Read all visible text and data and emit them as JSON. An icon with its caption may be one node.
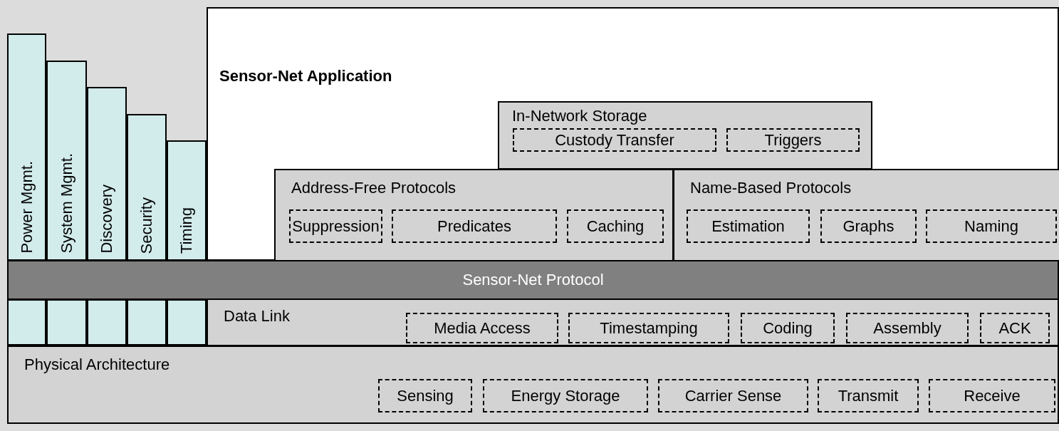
{
  "diagram": {
    "nodes": [
      {
        "text": [
          "Power Mgmt."
        ]
      },
      {
        "text": [
          "System Mgmt."
        ]
      },
      {
        "text": [
          "Discovery"
        ]
      },
      {
        "text": [
          "Security"
        ]
      },
      {
        "text": [
          "Timing"
        ]
      },
      {
        "text": [
          "Sensor-Net Application"
        ]
      },
      {
        "text": [
          "In-Network Storage"
        ],
        "in": 5
      },
      {
        "text": [
          "Custody Transfer"
        ],
        "in": 6
      },
      {
        "text": [
          "Triggers"
        ],
        "in": 6
      },
      {
        "text": [
          "Address-Free Protocols"
        ],
        "in": 5
      },
      {
        "text": [
          "Suppression"
        ],
        "in": 9
      },
      {
        "text": [
          "Predicates"
        ],
        "in": 9
      },
      {
        "text": [
          "Caching"
        ],
        "in": 9
      },
      {
        "text": [
          "Name-Based Protocols"
        ],
        "in": 5
      },
      {
        "text": [
          "Estimation"
        ],
        "in": 13
      },
      {
        "text": [
          "Graphs"
        ],
        "in": 13
      },
      {
        "text": [
          "Naming"
        ],
        "in": 13
      },
      {
        "text": [
          "Sensor-Net Protocol"
        ]
      },
      {
        "text": [
          "Data Link"
        ]
      },
      {
        "text": [
          "Media Access"
        ],
        "in": 18
      },
      {
        "text": [
          "Timestamping"
        ],
        "in": 18
      },
      {
        "text": [
          "Coding"
        ],
        "in": 18
      },
      {
        "text": [
          "Assembly"
        ],
        "in": 18
      },
      {
        "text": [
          "ACK"
        ],
        "in": 18
      },
      {
        "text": [
          "Physical Architecture"
        ]
      },
      {
        "text": [
          "Sensing"
        ],
        "in": 24
      },
      {
        "text": [
          "Energy Storage"
        ],
        "in": 24
      },
      {
        "text": [
          "Carrier Sense"
        ],
        "in": 24
      },
      {
        "text": [
          "Transmit"
        ],
        "in": 24
      },
      {
        "text": [
          "Receive"
        ],
        "in": 24
      }
    ]
  }
}
